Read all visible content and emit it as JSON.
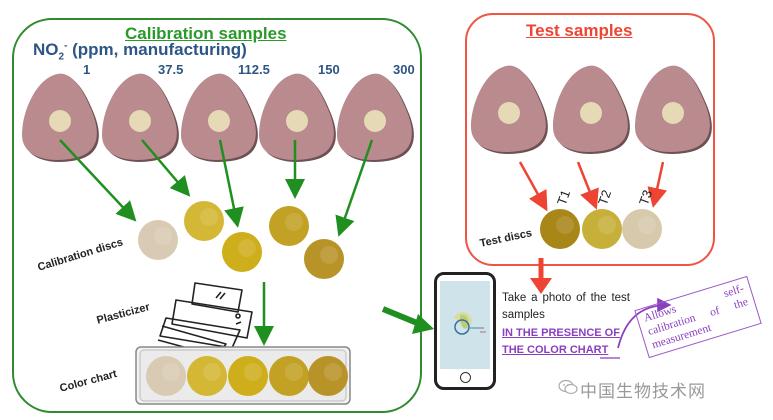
{
  "calibration": {
    "title": "Calibration samples",
    "analyte_label": "NO",
    "analyte_sub": "2",
    "analyte_sup": "-",
    "analyte_units": " (ppm, manufacturing)",
    "concentrations": [
      "1",
      "37.5",
      "112.5",
      "150",
      "300"
    ],
    "discs_label": "Calibration discs",
    "plasticizer_label": "Plasticizer",
    "color_chart_label": "Color chart",
    "disc_colors": [
      "#d9cbb3",
      "#d4b734",
      "#cfae1c",
      "#c2a124",
      "#b89328"
    ],
    "frame_color": "#2e8b2e"
  },
  "test": {
    "title": "Test samples",
    "discs_label": "Test discs",
    "disc_labels": [
      "T1",
      "T2",
      "T3"
    ],
    "disc_colors": [
      "#a88618",
      "#c6b03a",
      "#d6c9ac"
    ],
    "frame_color": "#ee5544"
  },
  "instruction": {
    "text": "Take a photo of the test samples",
    "emphasis": "IN THE PRESENCE OF THE COLOR CHART"
  },
  "note": {
    "text": "Allows self-calibration of the measurement"
  },
  "watermark": {
    "text": "中国生物技术网"
  },
  "colors": {
    "tablet": "#b98a8e",
    "tablet_spot": "#e6d9b6",
    "green_arrow": "#1f8f1f",
    "red_arrow": "#ee4433",
    "purple": "#8a3fbf"
  }
}
